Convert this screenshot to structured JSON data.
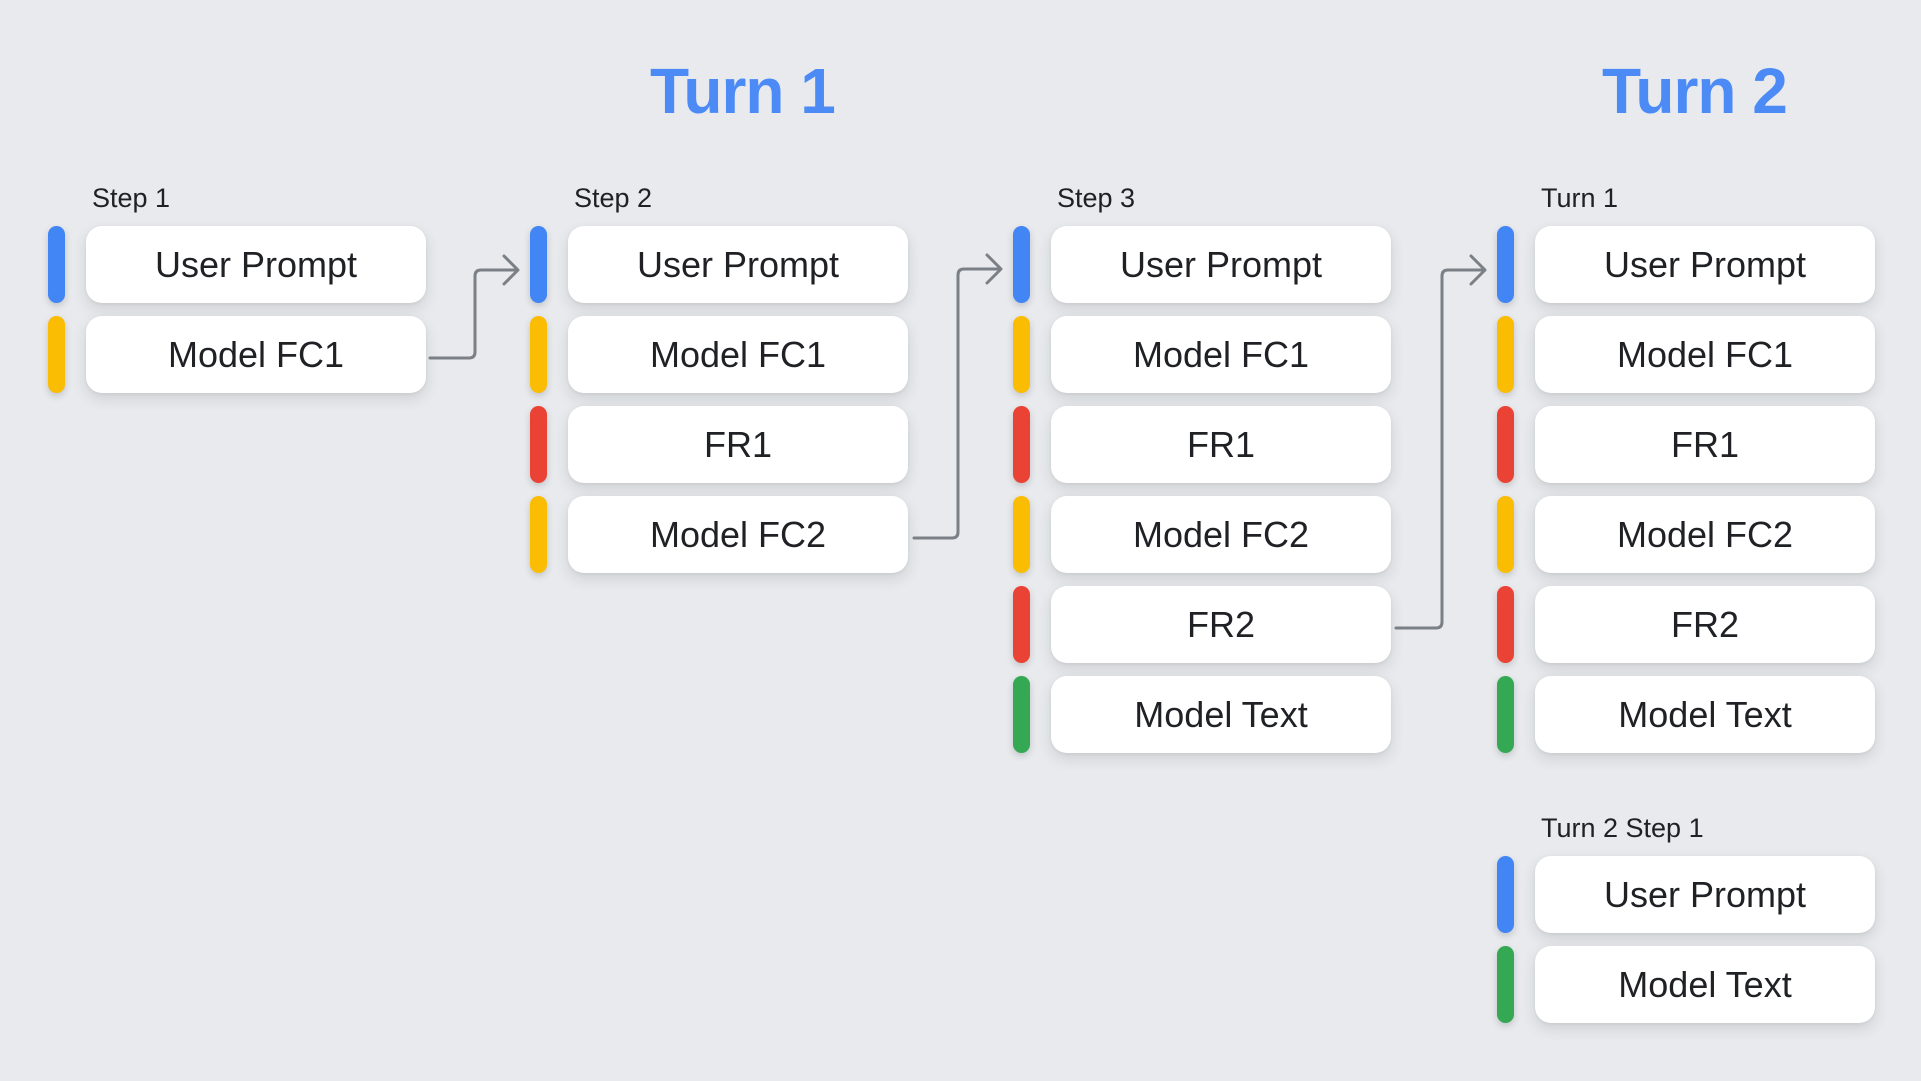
{
  "headers": {
    "turn1": "Turn 1",
    "turn2": "Turn 2"
  },
  "palette": {
    "blue": "#4285F4",
    "yellow": "#FBBC04",
    "red": "#EA4335",
    "green": "#34A853",
    "header_blue": "#4C8BF5",
    "arrow_gray": "#7b8086",
    "background": "#E8EAED",
    "card_bg": "#FFFFFF",
    "text": "#202124"
  },
  "columns": [
    {
      "label": "Step 1",
      "rows": [
        {
          "label": "User Prompt",
          "color": "blue"
        },
        {
          "label": "Model FC1",
          "color": "yellow"
        }
      ]
    },
    {
      "label": "Step 2",
      "rows": [
        {
          "label": "User Prompt",
          "color": "blue"
        },
        {
          "label": "Model FC1",
          "color": "yellow"
        },
        {
          "label": "FR1",
          "color": "red"
        },
        {
          "label": "Model FC2",
          "color": "yellow"
        }
      ]
    },
    {
      "label": "Step 3",
      "rows": [
        {
          "label": "User Prompt",
          "color": "blue"
        },
        {
          "label": "Model FC1",
          "color": "yellow"
        },
        {
          "label": "FR1",
          "color": "red"
        },
        {
          "label": "Model FC2",
          "color": "yellow"
        },
        {
          "label": "FR2",
          "color": "red"
        },
        {
          "label": "Model Text",
          "color": "green"
        }
      ]
    },
    {
      "label": "Turn 1",
      "rows": [
        {
          "label": "User Prompt",
          "color": "blue"
        },
        {
          "label": "Model FC1",
          "color": "yellow"
        },
        {
          "label": "FR1",
          "color": "red"
        },
        {
          "label": "Model FC2",
          "color": "yellow"
        },
        {
          "label": "FR2",
          "color": "red"
        },
        {
          "label": "Model Text",
          "color": "green"
        }
      ]
    },
    {
      "label": "Turn 2 Step 1",
      "rows": [
        {
          "label": "User Prompt",
          "color": "blue"
        },
        {
          "label": "Model Text",
          "color": "green"
        }
      ]
    }
  ],
  "arrows": [
    {
      "from": "Step 1 / Model FC1",
      "to": "Step 2 / User Prompt"
    },
    {
      "from": "Step 2 / Model FC2",
      "to": "Step 3 / User Prompt"
    },
    {
      "from": "Step 3 / FR2",
      "to": "Turn 2 / Turn 1 / User Prompt"
    }
  ]
}
